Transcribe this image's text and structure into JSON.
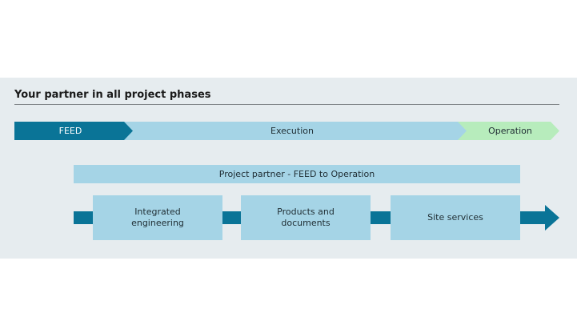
{
  "title": "Your partner in all project phases",
  "phases": [
    {
      "label": "FEED",
      "color": "#0a7497"
    },
    {
      "label": "Execution",
      "color": "#a5d4e6"
    },
    {
      "label": "Operation",
      "color": "#b7ecbc"
    }
  ],
  "partner_bar": {
    "label": "Project partner - FEED to Operation"
  },
  "flow": {
    "arrow_color": "#0a7497",
    "boxes": [
      {
        "line1": "Integrated",
        "line2": "engineering"
      },
      {
        "line1": "Products and",
        "line2": "documents"
      },
      {
        "line1": "Site services",
        "line2": ""
      }
    ]
  },
  "colors": {
    "panel_background": "#e6ecef",
    "box_fill": "#a5d4e6",
    "rule": "#7f8487"
  }
}
